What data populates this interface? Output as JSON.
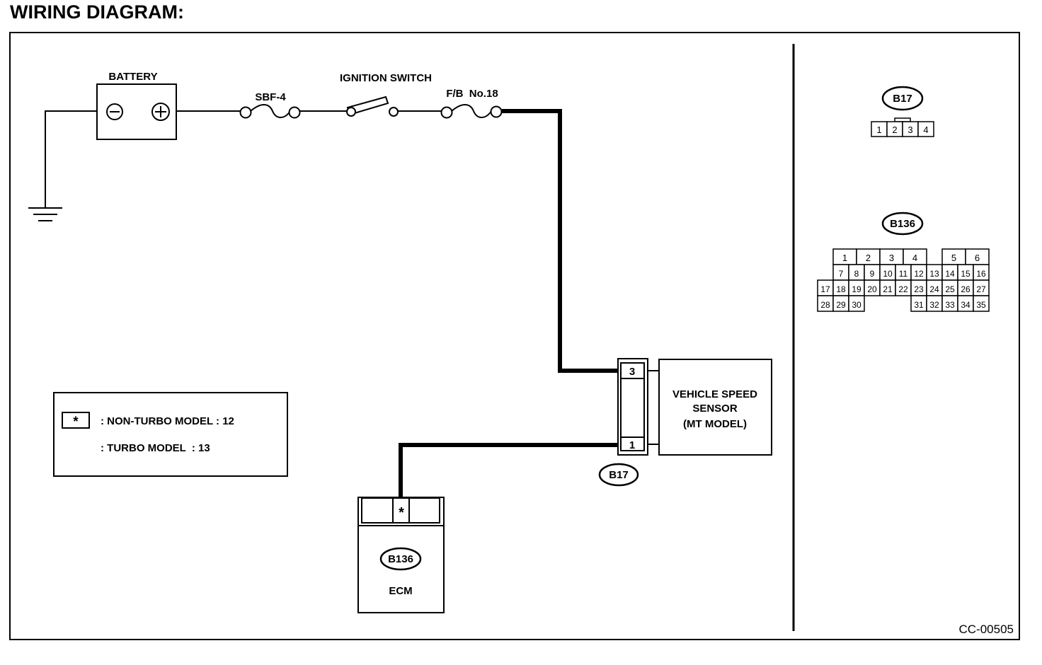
{
  "title": "WIRING DIAGRAM:",
  "labels": {
    "battery": "BATTERY",
    "battery_minus": "⊖",
    "battery_plus": "⊕",
    "sbf": "SBF-4",
    "ignition": "IGNITION SWITCH",
    "fb": "F/B  No.18",
    "vss_line1": "VEHICLE SPEED",
    "vss_line2": "SENSOR",
    "vss_line3": "(MT MODEL)",
    "vss_pin_top": "3",
    "vss_pin_bottom": "1",
    "vss_connector": "B17",
    "ecm": "ECM",
    "ecm_connector": "B136",
    "ecm_pin": "*",
    "code": "CC-00505"
  },
  "legend": {
    "symbol": "*",
    "row1": ": NON-TURBO MODEL : 12",
    "row2": ": TURBO MODEL  : 13"
  },
  "connectors": {
    "b17": {
      "name": "B17",
      "pins": [
        "1",
        "2",
        "3",
        "4"
      ]
    },
    "b136": {
      "name": "B136",
      "row1_left": [
        "1",
        "2",
        "3",
        "4"
      ],
      "row1_right": [
        "5",
        "6"
      ],
      "row2": [
        "7",
        "8",
        "9",
        "10",
        "11",
        "12",
        "13",
        "14",
        "15",
        "16"
      ],
      "row3": [
        "17",
        "18",
        "19",
        "20",
        "21",
        "22",
        "23",
        "24",
        "25",
        "26",
        "27"
      ],
      "row4_left": [
        "28",
        "29",
        "30"
      ],
      "row4_right": [
        "31",
        "32",
        "33",
        "34",
        "35"
      ]
    }
  },
  "colors": {
    "line": "#000000",
    "background": "#ffffff"
  }
}
